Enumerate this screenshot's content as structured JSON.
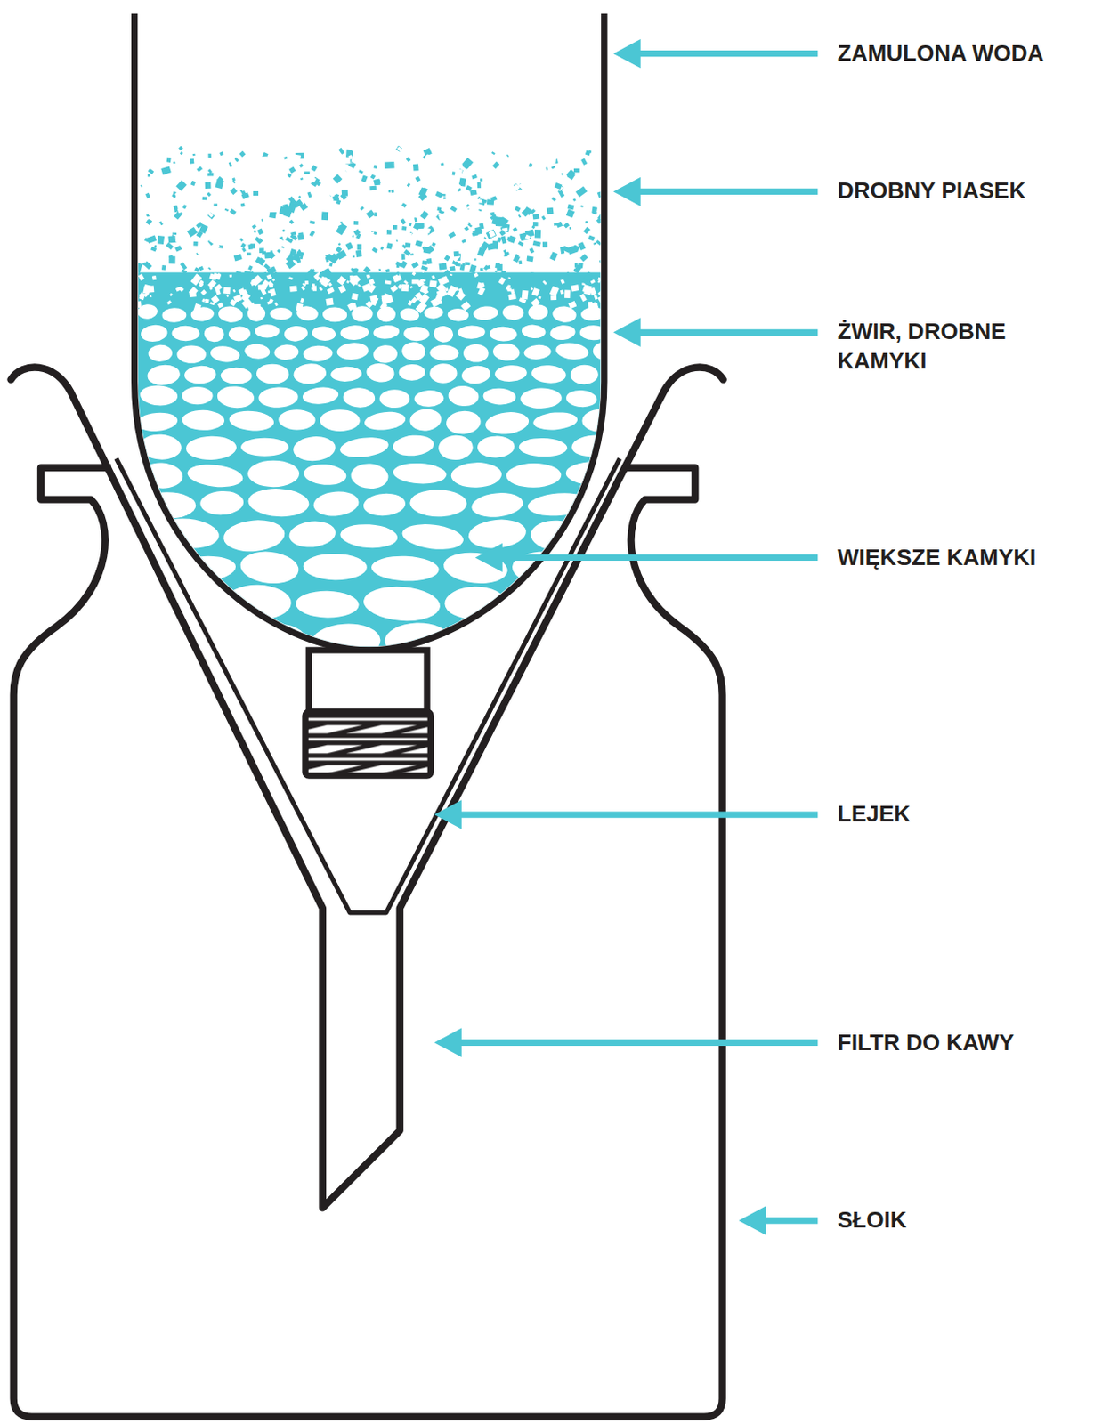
{
  "diagram": {
    "labels": [
      "ZAMULONA WODA",
      "DROBNY PIASEK",
      "ŻWIR, DROBNE KAMYKI",
      "WIĘKSZE KAMYKI",
      "LEJEK",
      "FILTR DO KAWY",
      "SŁOIK"
    ]
  }
}
